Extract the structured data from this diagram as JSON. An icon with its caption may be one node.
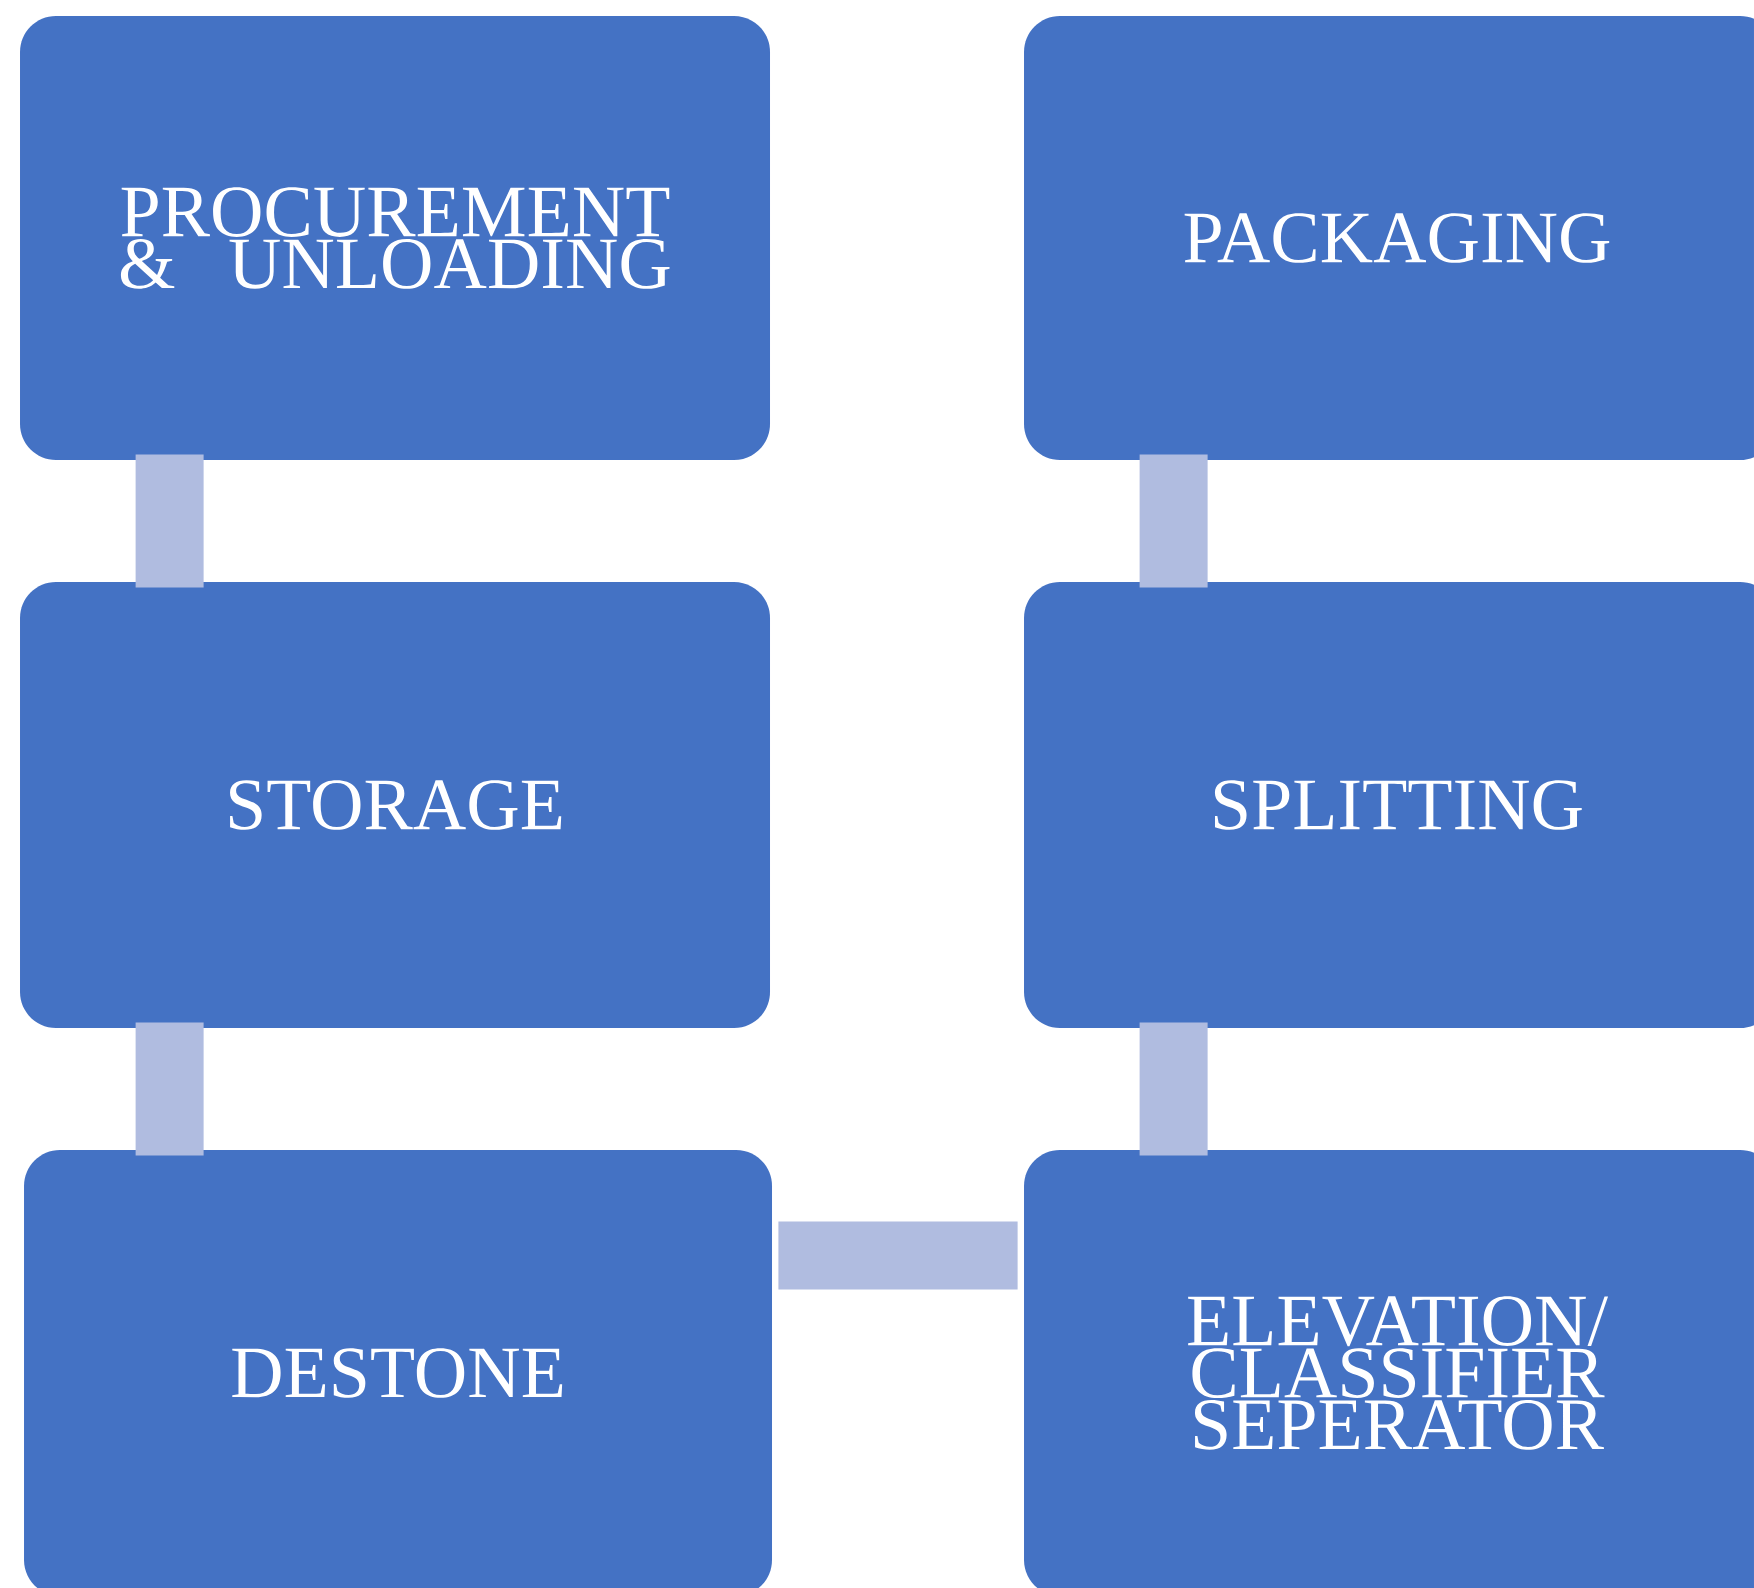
{
  "diagram": {
    "nodes": [
      {
        "text": [
          "PROCUREMENT & UNLOADING"
        ]
      },
      {
        "text": [
          "PACKAGING"
        ]
      },
      {
        "text": [
          "STORAGE"
        ]
      },
      {
        "text": [
          "SPLITTING"
        ]
      },
      {
        "text": [
          "DESTONE"
        ]
      },
      {
        "text": [
          "ELEVATION/ CLASSIFIER SEPERATOR"
        ]
      }
    ],
    "edges": [
      {
        "from": 0,
        "to": 2,
        "arrow": "none"
      },
      {
        "from": 2,
        "to": 4,
        "arrow": "none"
      },
      {
        "from": 4,
        "to": 5,
        "arrow": "none"
      },
      {
        "from": 5,
        "to": 3,
        "arrow": "none"
      },
      {
        "from": 3,
        "to": 1,
        "arrow": "none"
      }
    ]
  }
}
